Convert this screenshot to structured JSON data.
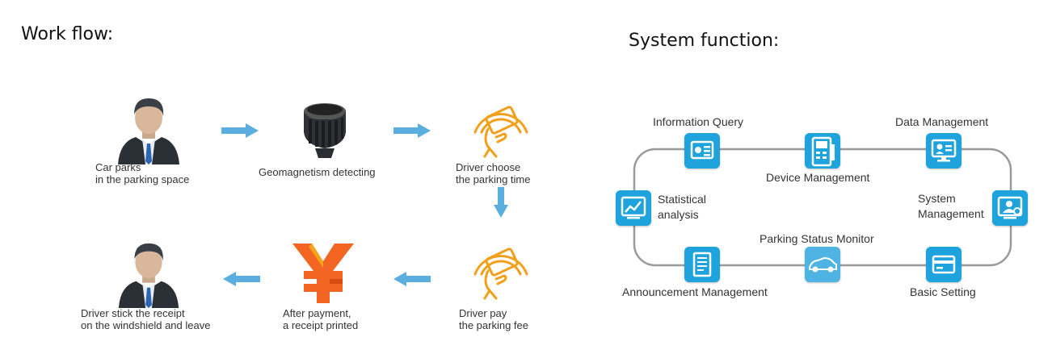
{
  "workflow": {
    "title": "Work flow:",
    "steps": {
      "car_parks": "Car parks\nin the parking space",
      "geomagnetism": "Geomagnetism detecting",
      "choose_time": "Driver choose\nthe parking time",
      "pay_fee": "Driver pay\nthe parking fee",
      "receipt_printed": "After payment,\na receipt printed",
      "leave": "Driver stick the receipt\non the windshield and leave"
    }
  },
  "system": {
    "title": "System function:",
    "items": {
      "information_query": "Information Query",
      "data_management": "Data Management",
      "device_management": "Device Management",
      "statistical_analysis": "Statistical\nanalysis",
      "system_management": "System\nManagement",
      "parking_status_monitor": "Parking Status Monitor",
      "announcement_management": "Announcement Management",
      "basic_setting": "Basic Setting"
    }
  },
  "colors": {
    "arrow": "#5aaee0",
    "tile": "#1ea3dc",
    "loop_line": "#9a9a9a",
    "card_icon": "#f2a01c",
    "yuan_icon": "#f26522"
  },
  "icons": {
    "person": "person-icon",
    "sensor": "geomagnetic-sensor-icon",
    "card": "card-tap-icon",
    "yuan": "yuan-receipt-icon"
  }
}
